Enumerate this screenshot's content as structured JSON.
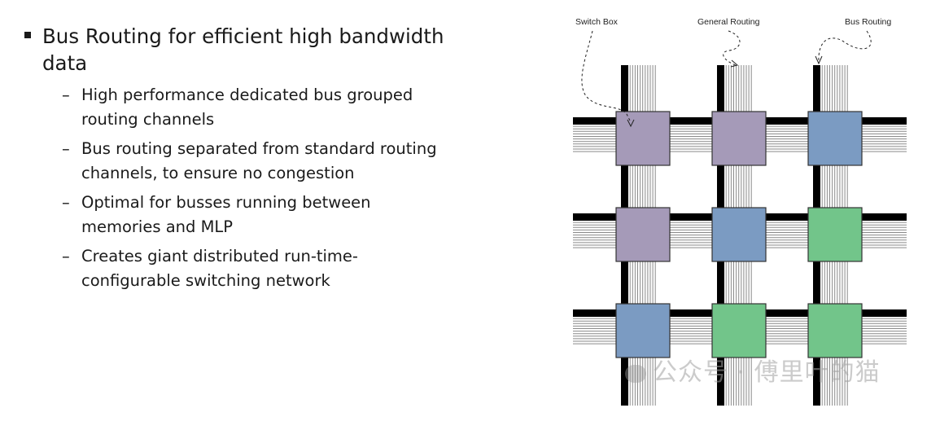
{
  "slide": {
    "main_bullet": "Bus Routing for efficient high bandwidth data",
    "dash": "–",
    "sub_bullets": [
      "High performance dedicated bus grouped routing channels",
      "Bus routing separated from standard routing channels, to ensure no congestion",
      "Optimal for busses running between memories and MLP",
      "Creates giant distributed run-time-configurable switching network"
    ]
  },
  "diagram": {
    "labels": {
      "switch_box": "Switch Box",
      "general_routing": "General Routing",
      "bus_routing": "Bus Routing"
    },
    "colors": {
      "purple": "#a59ab8",
      "blue": "#7b9bc2",
      "green": "#72c58a",
      "track": "#000000",
      "line": "#8a8a8a"
    },
    "box_colors": [
      [
        "purple",
        "purple",
        "blue"
      ],
      [
        "purple",
        "blue",
        "green"
      ],
      [
        "blue",
        "green",
        "green"
      ]
    ]
  },
  "watermark": "公众号 · 傅里叶的猫"
}
